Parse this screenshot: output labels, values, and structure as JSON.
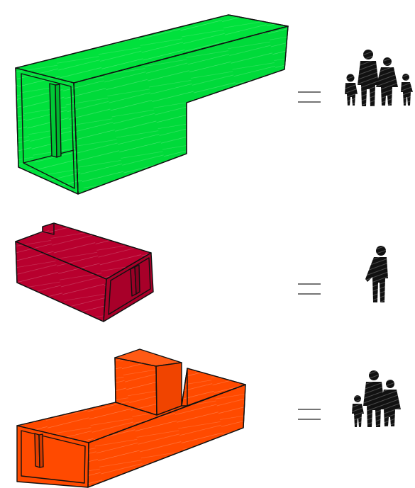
{
  "rows": [
    {
      "shape": "green-l-shaped-box",
      "color": "#00e13c",
      "equals": "=",
      "figure": "family-of-four-icon",
      "people_count": 4
    },
    {
      "shape": "crimson-box",
      "color": "#b8002e",
      "equals": "=",
      "figure": "single-person-icon",
      "people_count": 1
    },
    {
      "shape": "orange-t-shaped-box",
      "color": "#ff4a00",
      "equals": "=",
      "figure": "family-of-three-icon",
      "people_count": 3
    }
  ]
}
